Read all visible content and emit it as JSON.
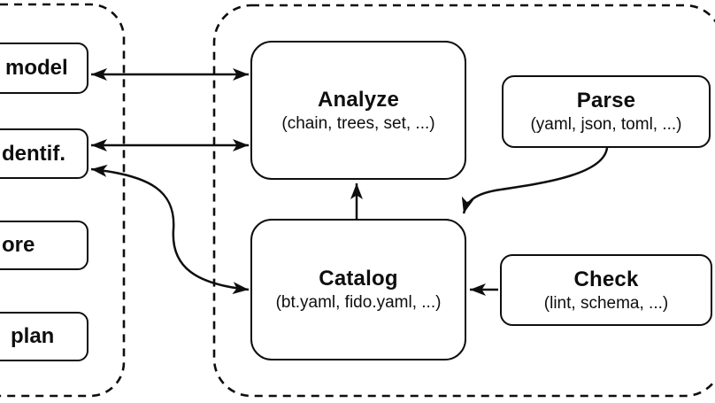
{
  "diagram": {
    "colors": {
      "line": "#0e0e0e",
      "background": "#ffffff",
      "box_fill": "#ffffff"
    },
    "left_group": {
      "items": [
        {
          "visible_label": "model"
        },
        {
          "visible_label": "dentif."
        },
        {
          "visible_label": "ore"
        },
        {
          "visible_label": "plan"
        }
      ]
    },
    "right_group": {
      "nodes": {
        "analyze": {
          "title": "Analyze",
          "subtitle": "(chain, trees, set, ...)"
        },
        "parse": {
          "title": "Parse",
          "subtitle": "(yaml, json, toml, ...)"
        },
        "catalog": {
          "title": "Catalog",
          "subtitle": "(bt.yaml, fido.yaml, ...)"
        },
        "check": {
          "title": "Check",
          "subtitle": "(lint, schema, ...)"
        }
      }
    },
    "edges": [
      {
        "from": "model",
        "to": "Analyze",
        "direction": "both",
        "shape": "straight"
      },
      {
        "from": "dentif.",
        "to": "Analyze",
        "direction": "both",
        "shape": "straight"
      },
      {
        "from": "dentif.",
        "to": "Catalog",
        "direction": "both",
        "shape": "s-curve"
      },
      {
        "from": "Catalog",
        "to": "Analyze",
        "direction": "one-way",
        "shape": "straight"
      },
      {
        "from": "Parse",
        "to": "Catalog",
        "direction": "one-way",
        "shape": "curve"
      },
      {
        "from": "Check",
        "to": "Catalog",
        "direction": "one-way",
        "shape": "straight"
      }
    ]
  }
}
